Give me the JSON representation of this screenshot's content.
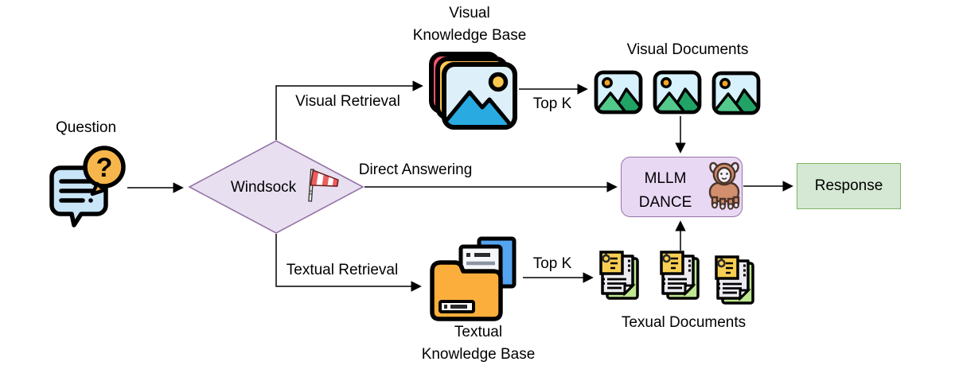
{
  "figure": {
    "nodes": {
      "question": {
        "label": "Question"
      },
      "windsock": {
        "label": "Windsock"
      },
      "visual_kb": {
        "line1": "Visual",
        "line2": "Knowledge Base"
      },
      "visual_documents": {
        "label": "Visual Documents",
        "count": 3
      },
      "textual_kb": {
        "line1": "Textual",
        "line2": "Knowledge Base"
      },
      "textual_documents": {
        "label": "Texual Documents",
        "count": 3
      },
      "mllm": {
        "line1": "MLLM",
        "line2": "DANCE"
      },
      "response": {
        "label": "Response"
      }
    },
    "edges": {
      "visual_retrieval": "Visual Retrieval",
      "top_k_visual": "Top K",
      "direct_answering": "Direct Answering",
      "textual_retrieval": "Textual Retrieval",
      "top_k_textual": "Top K"
    },
    "colors": {
      "diamond_fill": "#E8E0F1",
      "diamond_border": "#9673A6",
      "mllm_fill": "#E9D8F4",
      "mllm_border": "#9673A6",
      "response_fill": "#D5E8D4",
      "response_border": "#82B366",
      "arrow": "#000000"
    }
  }
}
